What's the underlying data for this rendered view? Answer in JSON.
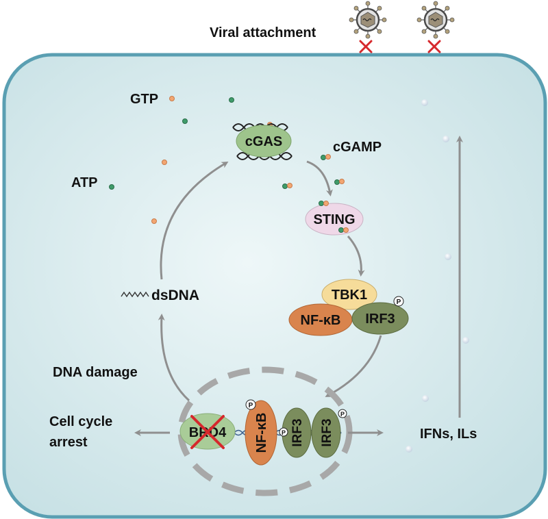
{
  "labels": {
    "viral_attachment": "Viral attachment",
    "gtp": "GTP",
    "atp": "ATP",
    "cgas": "cGAS",
    "cgamp": "cGAMP",
    "sting": "STING",
    "tbk1": "TBK1",
    "nfkb": "NF-κB",
    "irf3": "IRF3",
    "dsdna": "dsDNA",
    "dna_damage": "DNA damage",
    "cell_cycle_line1": "Cell cycle",
    "cell_cycle_line2": "arrest",
    "brd4": "BRD4",
    "nfkb_nuclear": "NF-κB",
    "irf3_nuclear_a": "IRF3",
    "irf3_nuclear_b": "IRF3",
    "ifns_ils": "IFNs, ILs",
    "phospho_mark": "P"
  },
  "colors": {
    "cell_fill": "#cfe5e8",
    "cell_border": "#5a9fb2",
    "arrow": "#8f8f8f",
    "cgas_fill": "#9ec48c",
    "sting_fill": "#efd8e8",
    "tbk1_fill": "#f6dc9a",
    "nfkb_fill": "#d9844d",
    "irf3_fill": "#7b8d5d",
    "brd4_fill": "#a9cc98",
    "cross": "#d6282c",
    "dot_green": "#3f9b6a",
    "dot_orange": "#f2a672",
    "nucleus_dash": "#a8a8a8"
  },
  "icons": [
    "virus-icon",
    "cross-icon",
    "dna-helix-icon",
    "phosphate-icon"
  ]
}
